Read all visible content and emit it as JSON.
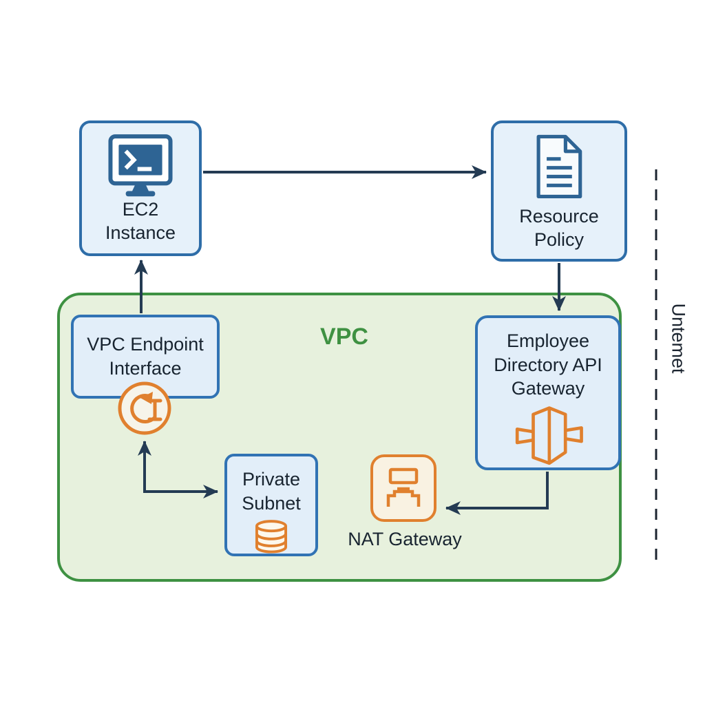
{
  "diagram": {
    "vpc_label": "VPC",
    "internet_label": "Untemet",
    "nodes": {
      "ec2": {
        "label": "EC2 Instance",
        "icon": "terminal-monitor-icon"
      },
      "resource_policy": {
        "label": "Resource\nPolicy",
        "icon": "document-icon"
      },
      "vpc_endpoint": {
        "label": "VPC Endpoint\nInterface",
        "icon": "endpoint-circular-arrow-icon"
      },
      "private_subnet": {
        "label": "Private\nSubnet",
        "icon": "database-icon"
      },
      "nat_gateway": {
        "label": "NAT Gateway",
        "icon": "nat-gateway-icon"
      },
      "api_gateway": {
        "label": "Employee\nDirectory API\nGateway",
        "icon": "api-gateway-icon"
      }
    },
    "edges": [
      {
        "from": "ec2",
        "to": "resource_policy",
        "style": "arrow"
      },
      {
        "from": "resource_policy",
        "to": "api_gateway",
        "style": "arrow"
      },
      {
        "from": "vpc_endpoint",
        "to": "ec2",
        "style": "arrow"
      },
      {
        "type": "elbow-double-head",
        "heads": [
          "vpc_endpoint",
          "private_subnet"
        ],
        "style": "arrow"
      },
      {
        "from": "api_gateway",
        "to": "nat_gateway",
        "style": "arrow"
      },
      {
        "type": "boundary",
        "label": "Untemet",
        "style": "dashed-vertical-line"
      }
    ],
    "colors": {
      "node_fill": "#e6f1fa",
      "inner_node_fill": "#e2eef9",
      "node_border": "#2e6da8",
      "inner_node_border": "#3173b4",
      "vpc_fill": "#e7f1dd",
      "vpc_border": "#3e9142",
      "vpc_label_green": "#3f9142",
      "orange": "#e0802e",
      "nat_fill": "#f9f2e2",
      "endpoint_circle_fill": "#f6f4ea",
      "arrow": "#243b53",
      "icon_blue": "#2e6494",
      "text": "#182430"
    }
  }
}
